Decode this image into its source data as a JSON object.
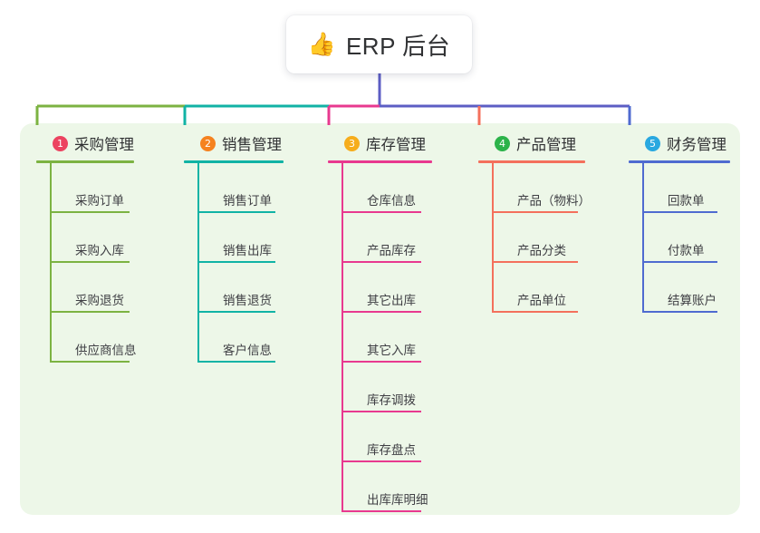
{
  "root": {
    "icon": "thumbs-up-icon",
    "emoji": "👍",
    "title": "ERP 后台"
  },
  "panel": {
    "background": "#edf7e8"
  },
  "bus": {
    "segments": [
      {
        "name": "segment-purchase",
        "color": "#7cb342"
      },
      {
        "name": "segment-sales",
        "color": "#11b3a5"
      },
      {
        "name": "segment-inventory",
        "color": "#e8398f"
      },
      {
        "name": "segment-right",
        "color": "#5c5ec4"
      }
    ],
    "trunk_color": "#5c5ec4"
  },
  "columns": [
    {
      "index": "1",
      "title": "采购管理",
      "badge_color": "#ec4360",
      "line_color": "#7cb342",
      "drop_color": "#7cb342",
      "items": [
        {
          "label": "采购订单"
        },
        {
          "label": "采购入库"
        },
        {
          "label": "采购退货"
        },
        {
          "label": "供应商信息"
        }
      ]
    },
    {
      "index": "2",
      "title": "销售管理",
      "badge_color": "#f5821f",
      "line_color": "#11b3a5",
      "drop_color": "#11b3a5",
      "items": [
        {
          "label": "销售订单"
        },
        {
          "label": "销售出库"
        },
        {
          "label": "销售退货"
        },
        {
          "label": "客户信息"
        }
      ]
    },
    {
      "index": "3",
      "title": "库存管理",
      "badge_color": "#f6ad1c",
      "line_color": "#e8398f",
      "drop_color": "#e8398f",
      "items": [
        {
          "label": "仓库信息"
        },
        {
          "label": "产品库存"
        },
        {
          "label": "其它出库"
        },
        {
          "label": "其它入库"
        },
        {
          "label": "库存调拨"
        },
        {
          "label": "库存盘点"
        },
        {
          "label": "出库库明细"
        }
      ]
    },
    {
      "index": "4",
      "title": "产品管理",
      "badge_color": "#2cb34a",
      "line_color": "#f4705c",
      "drop_color": "#f4705c",
      "items": [
        {
          "label": "产品（物料）"
        },
        {
          "label": "产品分类"
        },
        {
          "label": "产品单位"
        }
      ]
    },
    {
      "index": "5",
      "title": "财务管理",
      "badge_color": "#29a8e0",
      "line_color": "#4f6bd0",
      "drop_color": "#4f6bd0",
      "items": [
        {
          "label": "回款单"
        },
        {
          "label": "付款单"
        },
        {
          "label": "结算账户"
        }
      ]
    }
  ]
}
